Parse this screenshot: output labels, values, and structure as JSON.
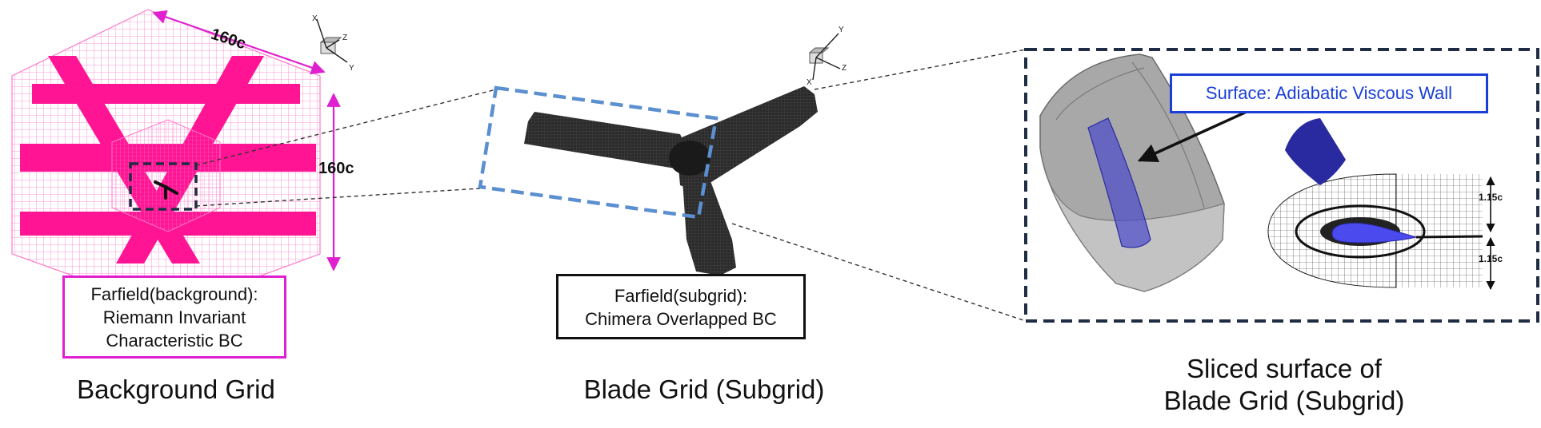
{
  "panels": {
    "background": {
      "caption": "Background Grid",
      "dim_top": "160c",
      "dim_side": "160c",
      "bc_lines": [
        "Farfield(background):",
        "Riemann Invariant",
        "Characteristic BC"
      ]
    },
    "blade": {
      "caption": "Blade Grid (Subgrid)",
      "bc_lines": [
        "Farfield(subgrid):",
        "Chimera Overlapped BC"
      ]
    },
    "slice": {
      "caption_lines": [
        "Sliced surface of",
        "Blade Grid (Subgrid)"
      ],
      "surface_label": "Surface: Adiabatic Viscous Wall",
      "dim_upper": "1.15c",
      "dim_lower": "1.15c"
    }
  },
  "triads": {
    "left": {
      "a": "X",
      "b": "Z",
      "c": "Y"
    },
    "mid": {
      "a": "Y",
      "b": "Z",
      "c": "X"
    }
  },
  "colors": {
    "magenta": "#ff1493",
    "magenta_line": "#e020d0",
    "mesh": "#ff7ac8",
    "dark_box": "#1f2d44",
    "dashed_blue": "#5b8fd0",
    "label_blue": "#1a3fd8",
    "blade": "#1a1a1a",
    "wall_blue": "#2a2aa0"
  },
  "icons": [
    "axis-triad-icon",
    "double-arrow-icon"
  ]
}
